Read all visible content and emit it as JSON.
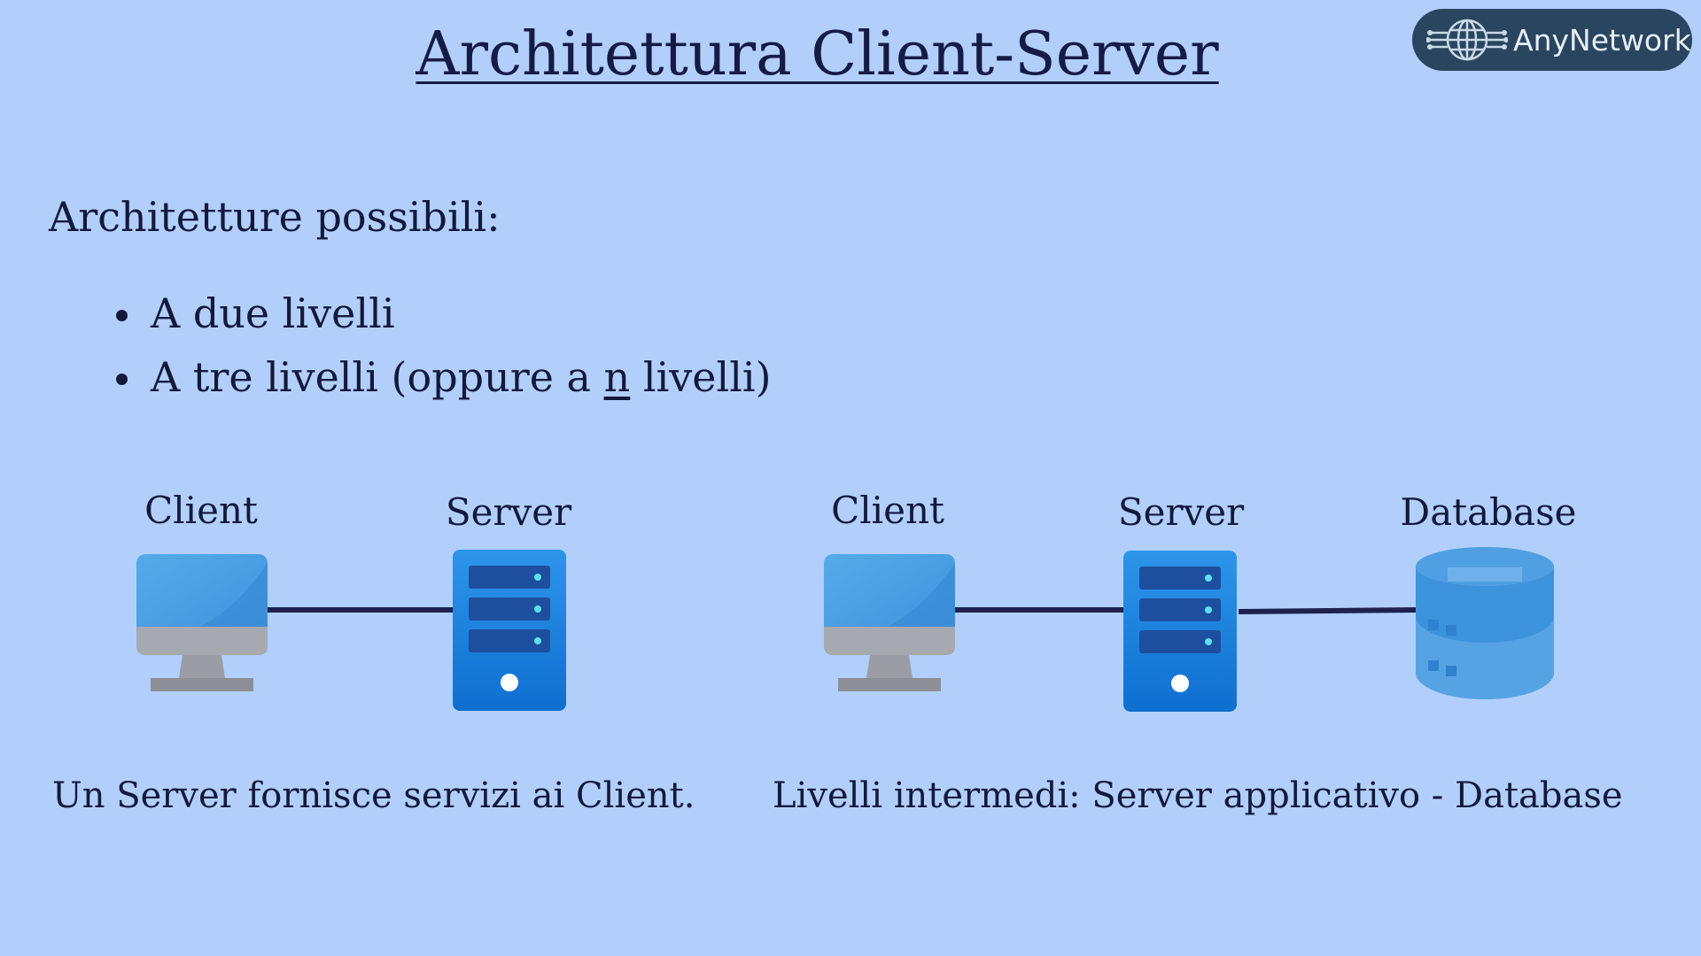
{
  "header": {
    "title": "Architettura Client-Server",
    "brand_name": "AnyNetwork",
    "brand_icon": "globe-network-icon"
  },
  "content": {
    "intro": "Architetture possibili:",
    "bullets": [
      {
        "text": "A due livelli"
      },
      {
        "text_before": "A tre livelli (oppure a ",
        "underlined": "n",
        "text_after": " livelli)"
      }
    ]
  },
  "diagram_two_tier": {
    "client_label": "Client",
    "server_label": "Server",
    "caption": "Un Server fornisce servizi ai Client.",
    "icons": [
      "monitor-icon",
      "server-tower-icon"
    ]
  },
  "diagram_three_tier": {
    "client_label": "Client",
    "server_label": "Server",
    "database_label": "Database",
    "caption": "Livelli intermedi: Server applicativo - Database",
    "icons": [
      "monitor-icon",
      "server-tower-icon",
      "database-icon"
    ]
  },
  "colors": {
    "background": "#b1cffa",
    "text": "#14193a",
    "connector": "#1f2150",
    "brand_pill": "#2a4560",
    "server_blue": "#1e7fd9",
    "monitor_screen": "#4a9de2"
  }
}
